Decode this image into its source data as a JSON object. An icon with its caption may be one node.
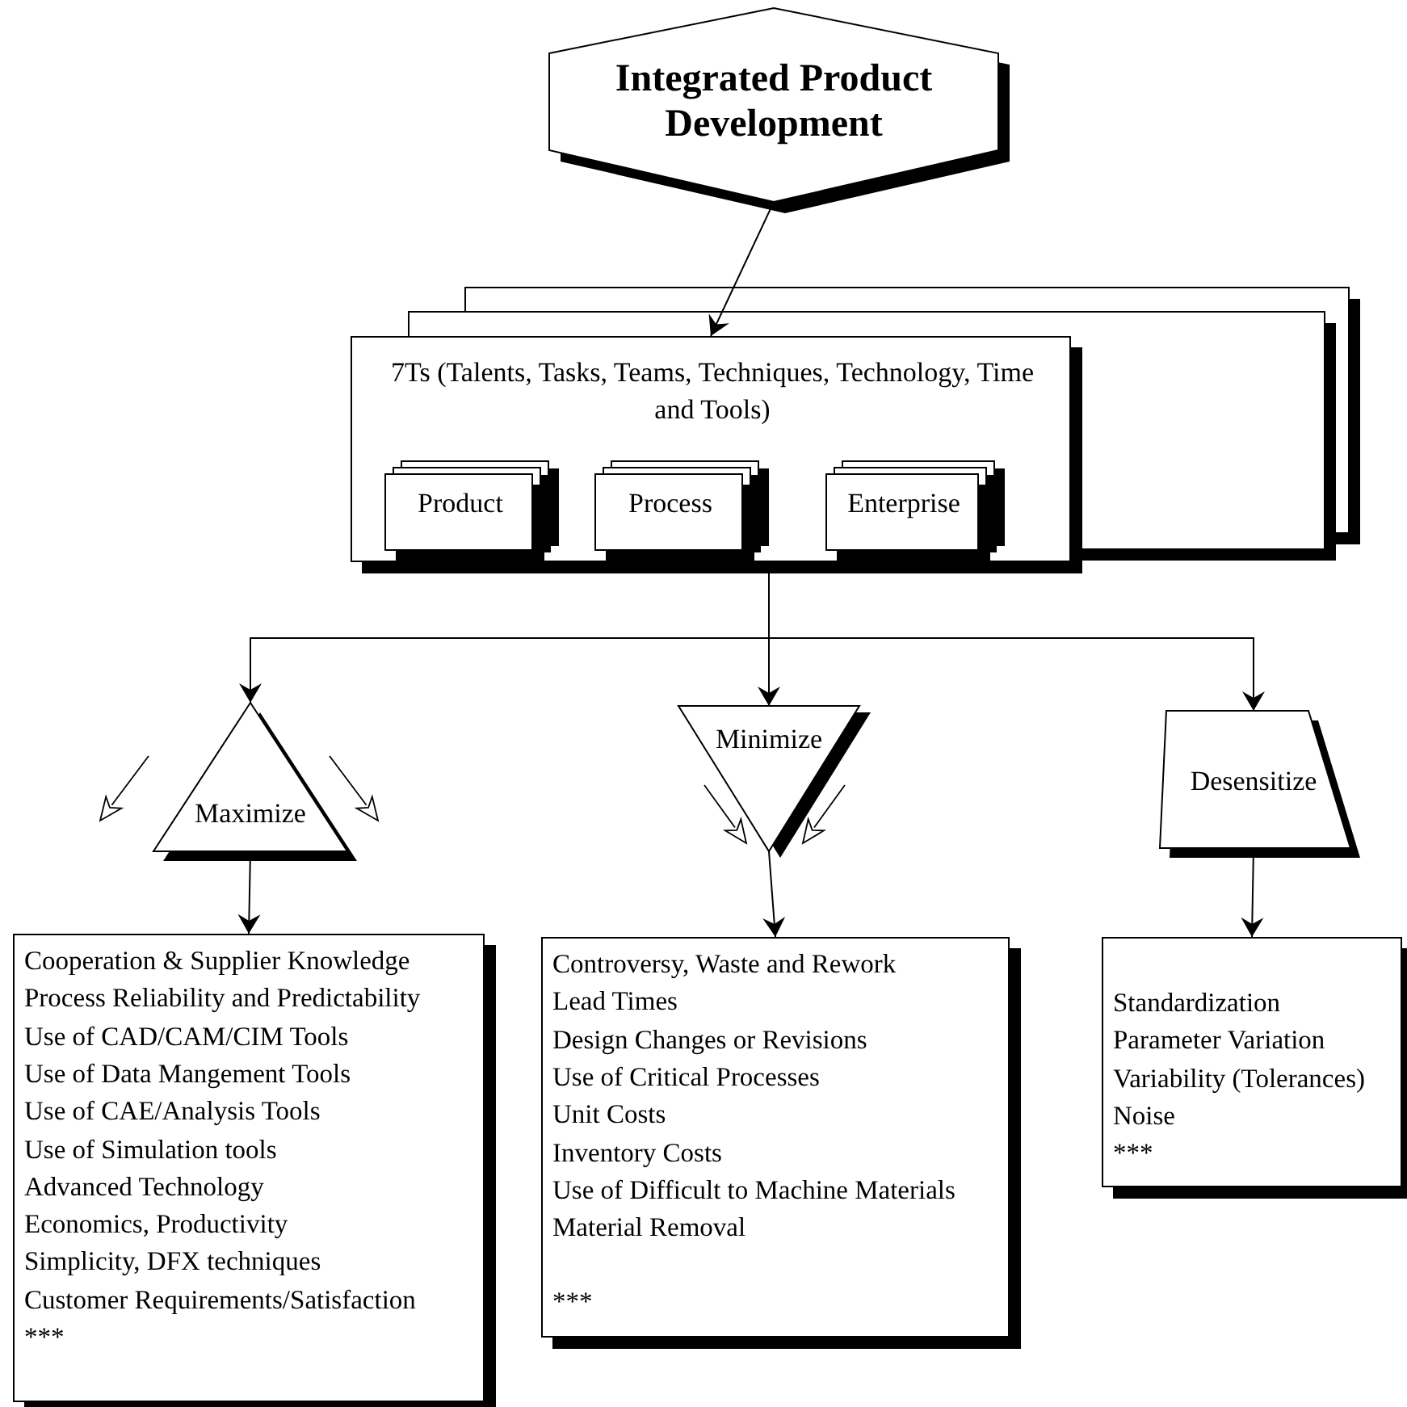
{
  "diagram": {
    "nodes": [
      {
        "text": [
          "Integrated Product Development"
        ]
      },
      {
        "text": [
          "7Ts (Talents, Tasks, Teams, Techniques, Technology, Time and Tools)"
        ]
      },
      {
        "text": [
          "Product"
        ],
        "in": 1
      },
      {
        "text": [
          "Process"
        ],
        "in": 1
      },
      {
        "text": [
          "Enterprise"
        ],
        "in": 1
      },
      {
        "text": [
          "Maximize"
        ]
      },
      {
        "text": [
          "Minimize"
        ]
      },
      {
        "text": [
          "Desensitize"
        ]
      },
      {
        "text": [
          "Cooperation & Supplier Knowledge",
          "Process Reliability and Predictability",
          "Use of CAD/CAM/CIM Tools",
          "Use of Data Mangement Tools",
          "Use of CAE/Analysis Tools",
          "Use of Simulation tools",
          "Advanced Technology",
          "Economics, Productivity",
          "Simplicity, DFX techniques",
          "Customer Requirements/Satisfaction",
          "***"
        ]
      },
      {
        "text": [
          "Controversy, Waste and Rework",
          "Lead Times",
          "Design Changes or Revisions",
          "Use of Critical Processes",
          "Unit Costs",
          "Inventory Costs",
          "Use of Difficult to Machine Materials",
          "Material Removal",
          "***"
        ]
      },
      {
        "text": [
          "Standardization",
          "Parameter Variation",
          "Variability (Tolerances)",
          "Noise",
          "***"
        ]
      }
    ],
    "edges": [
      {
        "from": 0,
        "to": 1,
        "arrow": "to"
      },
      {
        "from": 1,
        "to": 5,
        "arrow": "to"
      },
      {
        "from": 1,
        "to": 6,
        "arrow": "to"
      },
      {
        "from": 1,
        "to": 7,
        "arrow": "to"
      },
      {
        "from": 5,
        "to": 8,
        "arrow": "to"
      },
      {
        "from": 6,
        "to": 9,
        "arrow": "to"
      },
      {
        "from": 7,
        "to": 10,
        "arrow": "to"
      }
    ]
  }
}
